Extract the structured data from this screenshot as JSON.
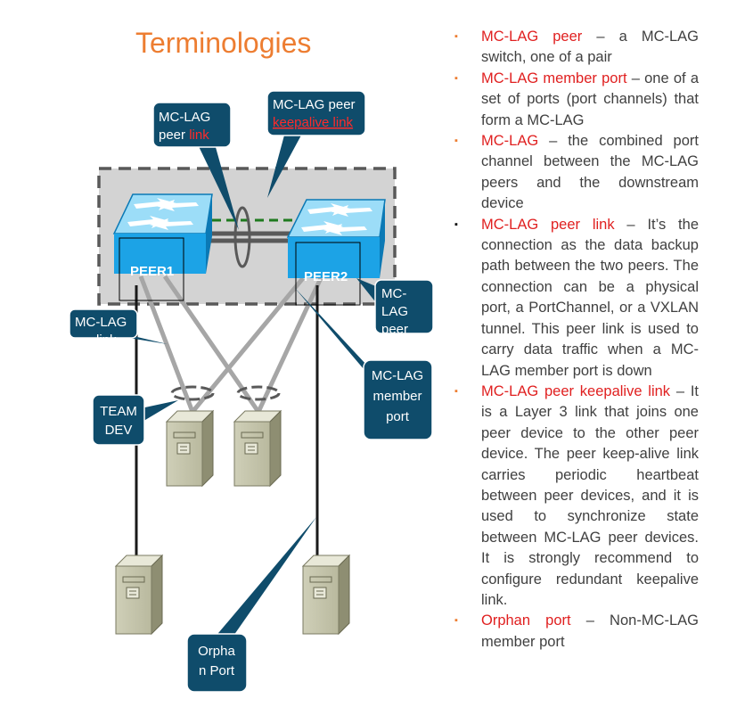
{
  "title": "Terminologies",
  "colors": {
    "title": "#ED7D31",
    "term": "#E02020",
    "body_text": "#404040",
    "callout_bg": "#0F4C6B",
    "callout_accent": "#FF2A2A",
    "switch_blue": "#1CA3E6",
    "peer_box_fill": "#D3D3D3",
    "keepalive_link": "#1E7A1E",
    "cable_gray": "#A6A6A6",
    "cable_black": "#1A1A1A"
  },
  "callouts": {
    "peer_link": {
      "line1": "MC-LAG",
      "line2_prefix": "peer ",
      "line2_link": "link"
    },
    "keepalive": {
      "line1": "MC-LAG peer",
      "line2": "keepalive link"
    },
    "mclag_right": {
      "line1": "MC-",
      "line2": "LAG",
      "line3": "peer"
    },
    "mclag_left": {
      "line1": "MC-LAG",
      "line2": "link"
    },
    "member_port": {
      "line1": "MC-LAG",
      "line2": "member",
      "line3": "port"
    },
    "team_dev": {
      "line1": "TEAM",
      "line2": "DEV"
    },
    "orphan_port": {
      "line1": "Orpha",
      "line2": "n Port"
    }
  },
  "switches": {
    "peer1": "PEER1",
    "peer2": "PEER2"
  },
  "terms": [
    {
      "term": "MC-LAG peer",
      "desc": " – a MC-LAG switch, one of a pair",
      "bullet": "▪",
      "bullet_color": "#ED7D31"
    },
    {
      "term": "MC-LAG member port",
      "desc": " – one of a set of ports (port channels) that form a MC-LAG",
      "bullet": "▪",
      "bullet_color": "#ED7D31"
    },
    {
      "term": "MC-LAG",
      "desc": " – the combined port channel between the MC-LAG peers and the downstream device",
      "bullet": "▪",
      "bullet_color": "#ED7D31"
    },
    {
      "term": "MC-LAG peer link",
      "desc": " – It’s the connection as the data backup path between the two peers. The connection can be a physical port, a PortChannel, or a VXLAN tunnel. This peer link is used to carry data traffic when a MC-LAG member port is down",
      "bullet": "▪",
      "bullet_color": "#000000"
    },
    {
      "term": "MC-LAG peer keepalive link",
      "desc": " – It is a Layer 3 link that joins one peer device to the other peer device. The peer keep-alive link carries periodic heartbeat between peer devices, and it is used to synchronize state between MC-LAG peer devices. It is strongly recommend to configure redundant keepalive link.",
      "bullet": "▪",
      "bullet_color": "#ED7D31"
    },
    {
      "term": "Orphan port",
      "desc": " – Non-MC-LAG member port",
      "bullet": "▪",
      "bullet_color": "#ED7D31"
    }
  ]
}
